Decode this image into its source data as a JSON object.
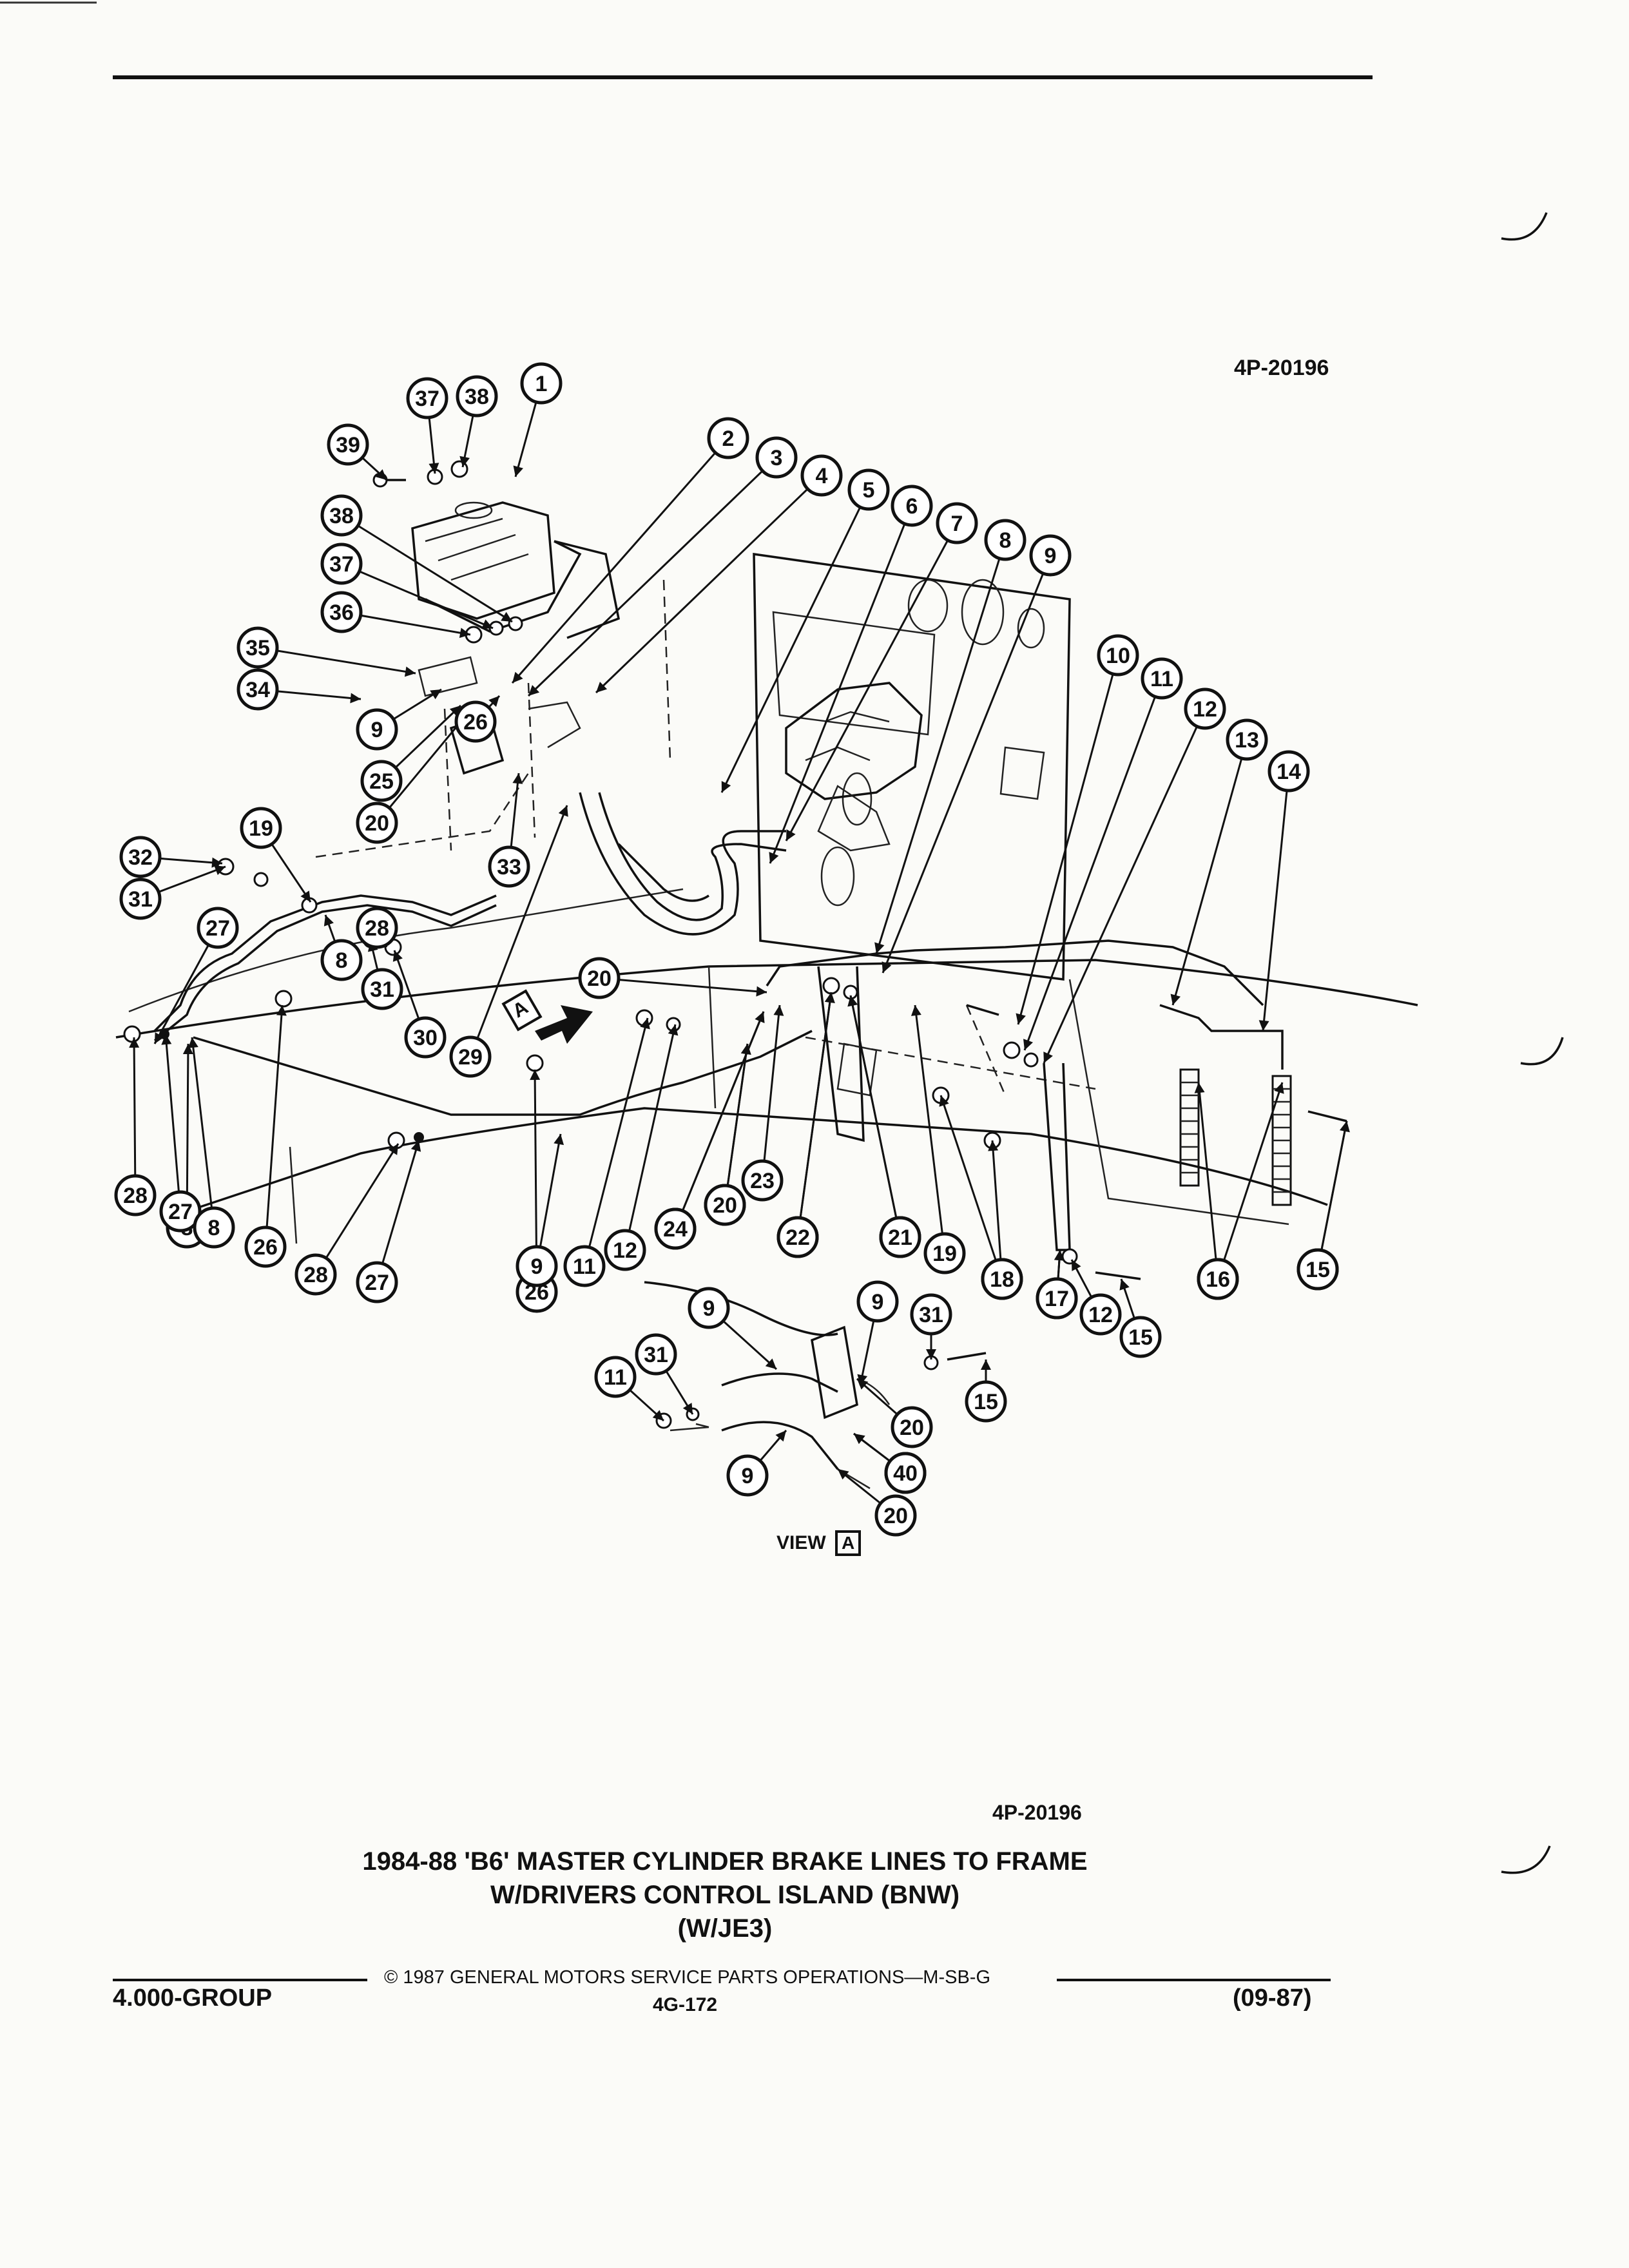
{
  "figure_number": "4P-20196",
  "figure_number_bottom": "4P-20196",
  "title": {
    "line1": "1984-88 'B6' MASTER CYLINDER BRAKE LINES TO FRAME",
    "line2": "W/DRIVERS CONTROL ISLAND (BNW)",
    "line3": "(W/JE3)"
  },
  "view_label": "VIEW",
  "view_letter": "A",
  "view_marker_letter": "A",
  "footer": {
    "copyright": "© 1987 GENERAL MOTORS SERVICE PARTS OPERATIONS—M-SB-G",
    "group": "4.000-GROUP",
    "page": "4G-172",
    "date": "(09-87)"
  },
  "callouts": [
    {
      "n": "1"
    },
    {
      "n": "2"
    },
    {
      "n": "3"
    },
    {
      "n": "4"
    },
    {
      "n": "5"
    },
    {
      "n": "6"
    },
    {
      "n": "7"
    },
    {
      "n": "8"
    },
    {
      "n": "9"
    },
    {
      "n": "10"
    },
    {
      "n": "11"
    },
    {
      "n": "12"
    },
    {
      "n": "13"
    },
    {
      "n": "14"
    },
    {
      "n": "15"
    },
    {
      "n": "16"
    },
    {
      "n": "17"
    },
    {
      "n": "18"
    },
    {
      "n": "19"
    },
    {
      "n": "20"
    },
    {
      "n": "21"
    },
    {
      "n": "22"
    },
    {
      "n": "23"
    },
    {
      "n": "24"
    },
    {
      "n": "25"
    },
    {
      "n": "26"
    },
    {
      "n": "27"
    },
    {
      "n": "28"
    },
    {
      "n": "29"
    },
    {
      "n": "30"
    },
    {
      "n": "31"
    },
    {
      "n": "32"
    },
    {
      "n": "33"
    },
    {
      "n": "34"
    },
    {
      "n": "35"
    },
    {
      "n": "36"
    },
    {
      "n": "37"
    },
    {
      "n": "38"
    },
    {
      "n": "39"
    },
    {
      "n": "40"
    },
    {
      "n": "38"
    },
    {
      "n": "37"
    },
    {
      "n": "9"
    },
    {
      "n": "20"
    },
    {
      "n": "19"
    },
    {
      "n": "31"
    },
    {
      "n": "8"
    },
    {
      "n": "26"
    },
    {
      "n": "8"
    },
    {
      "n": "27"
    },
    {
      "n": "28"
    },
    {
      "n": "20"
    },
    {
      "n": "24"
    },
    {
      "n": "12"
    },
    {
      "n": "11"
    },
    {
      "n": "9"
    },
    {
      "n": "26"
    },
    {
      "n": "8"
    },
    {
      "n": "27"
    },
    {
      "n": "28"
    },
    {
      "n": "20"
    },
    {
      "n": "22"
    },
    {
      "n": "21"
    },
    {
      "n": "18"
    },
    {
      "n": "12"
    },
    {
      "n": "17"
    },
    {
      "n": "15"
    },
    {
      "n": "16"
    },
    {
      "n": "15"
    },
    {
      "n": "9"
    },
    {
      "n": "31"
    },
    {
      "n": "15"
    },
    {
      "n": "9"
    },
    {
      "n": "31"
    },
    {
      "n": "11"
    },
    {
      "n": "20"
    },
    {
      "n": "40"
    },
    {
      "n": "9"
    },
    {
      "n": "20"
    }
  ]
}
